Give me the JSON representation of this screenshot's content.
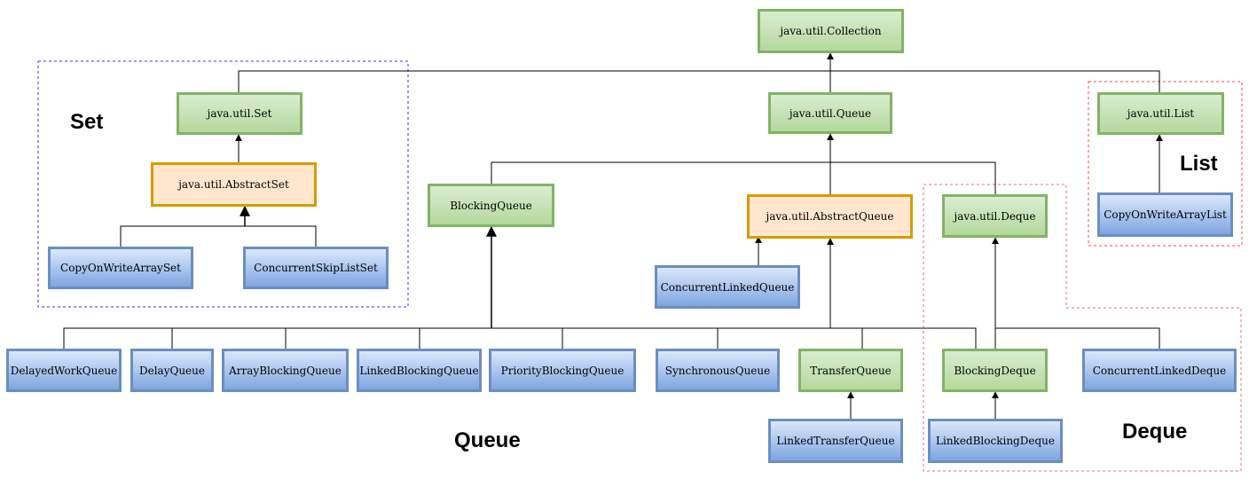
{
  "groups": {
    "set": "Set",
    "list": "List",
    "queue": "Queue",
    "deque": "Deque"
  },
  "nodes": {
    "collection": "java.util.Collection",
    "set": "java.util.Set",
    "abstract_set": "java.util.AbstractSet",
    "cow_array_set": "CopyOnWriteArraySet",
    "concurrent_skip_list_set": "ConcurrentSkipListSet",
    "queue": "java.util.Queue",
    "blocking_queue": "BlockingQueue",
    "abstract_queue": "java.util.AbstractQueue",
    "deque": "java.util.Deque",
    "concurrent_linked_queue": "ConcurrentLinkedQueue",
    "list": "java.util.List",
    "cow_array_list": "CopyOnWriteArrayList",
    "delayed_work_queue": "DelayedWorkQueue",
    "delay_queue": "DelayQueue",
    "array_blocking_queue": "ArrayBlockingQueue",
    "linked_blocking_queue": "LinkedBlockingQueue",
    "priority_blocking_queue": "PriorityBlockingQueue",
    "synchronous_queue": "SynchronousQueue",
    "transfer_queue": "TransferQueue",
    "blocking_deque": "BlockingDeque",
    "concurrent_linked_deque": "ConcurrentLinkedDeque",
    "linked_transfer_queue": "LinkedTransferQueue",
    "linked_blocking_deque": "LinkedBlockingDeque"
  },
  "colors": {
    "interface_fill": "#d5e8d4",
    "interface_border": "#82b366",
    "abstract_fill": "#ffe6cc",
    "abstract_border": "#d79b00",
    "class_fill": "#dae8fc",
    "class_border": "#6c8ebf",
    "set_group_border": "#0000ff",
    "list_group_border": "#ff0000",
    "deque_group_border": "#b85450"
  }
}
